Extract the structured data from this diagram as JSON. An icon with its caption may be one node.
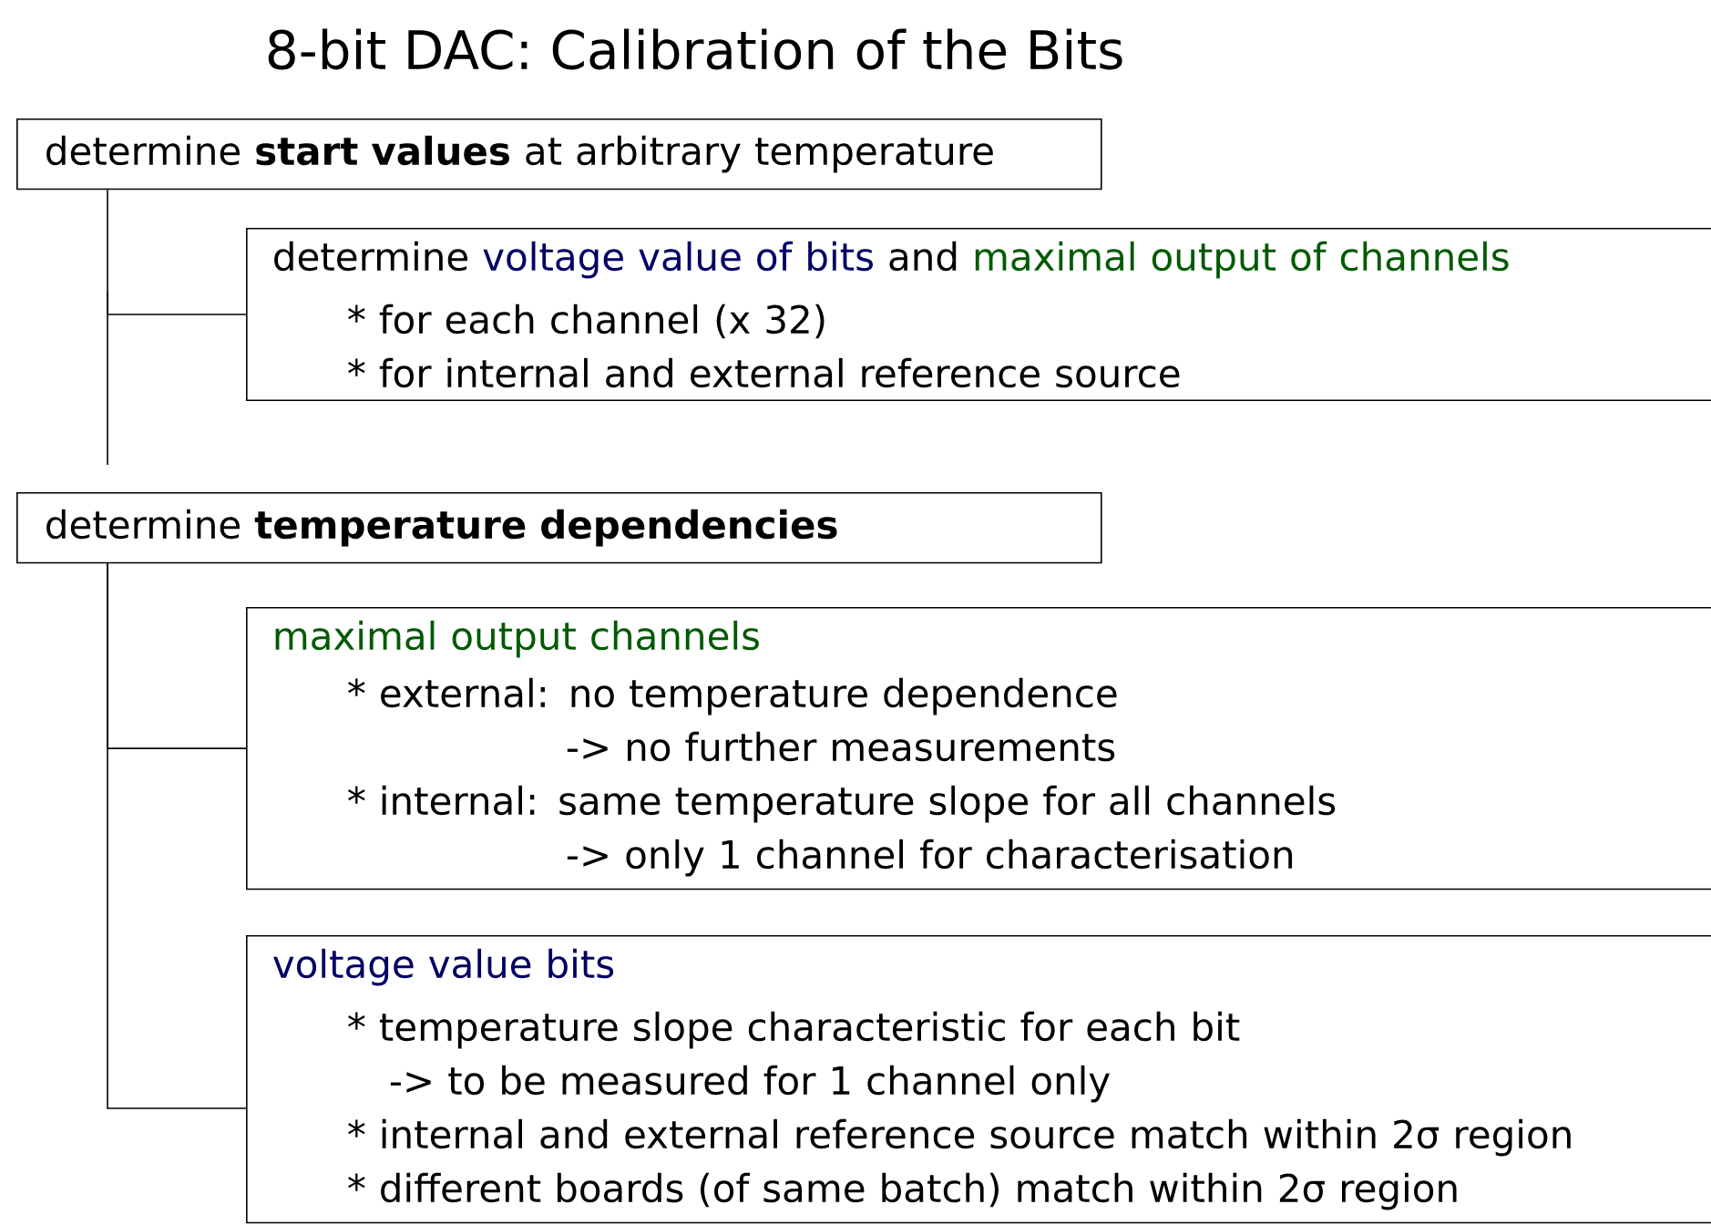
{
  "diagram": {
    "title": "8-bit DAC: Calibration of the Bits",
    "nodes": [
      {
        "text": [
          "determine **start values** at arbitrary temperature"
        ]
      },
      {
        "text": [
          "determine",
          "voltage value of bits",
          "and",
          "maximal output of channels",
          "* for each channel (x 32)",
          "* for internal and external reference source"
        ]
      },
      {
        "text": [
          "determine **temperature dependencies**"
        ]
      },
      {
        "text": [
          "maximal output channels",
          "* external: no temperature dependence",
          "-> no further measurements",
          "* internal: same temperature slope for all channels",
          "-> only 1 channel for characterisation"
        ]
      },
      {
        "text": [
          "voltage value bits",
          "* temperature slope characteristic for each bit",
          "-> to be measured for 1 channel only",
          "* internal and external reference source match within 2σ region",
          "* different boards (of same batch) match within 2σ region"
        ]
      }
    ],
    "edges": [
      {
        "from": 0,
        "to": 1,
        "arrow": "none"
      },
      {
        "from": 2,
        "to": 3,
        "arrow": "none"
      },
      {
        "from": 2,
        "to": 4,
        "arrow": "none"
      }
    ]
  }
}
